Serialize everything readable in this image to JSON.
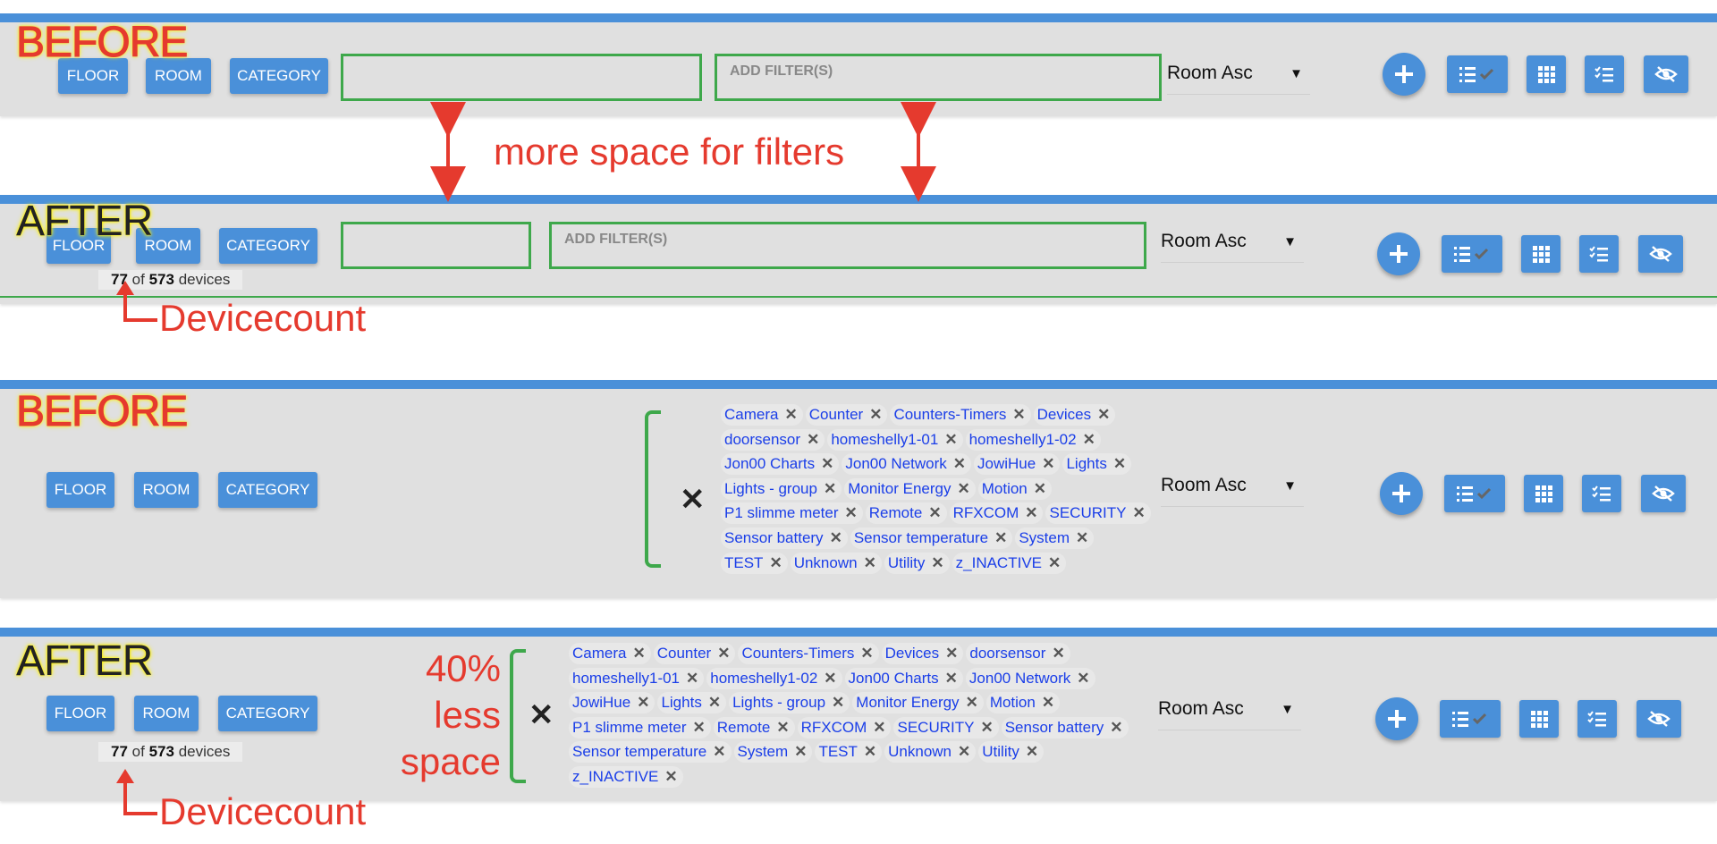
{
  "buttons": {
    "floor": "FLOOR",
    "room": "ROOM",
    "category": "CATEGORY"
  },
  "filter_placeholder": "ADD FILTER(S)",
  "sort": {
    "value": "Room Asc",
    "arrow": "▼"
  },
  "labels": {
    "before": "BEFORE",
    "after": "AFTER"
  },
  "annotations": {
    "more_space": "more space for filters",
    "devicecount": "Devicecount",
    "less_space_line1": "40%",
    "less_space_line2": "less",
    "less_space_line3": "space"
  },
  "device_count": {
    "shown": "77",
    "of": "of",
    "total": "573",
    "unit": "devices"
  },
  "clear_icon": "✕",
  "pill_remove": "✕",
  "filters_before": [
    [
      "Camera",
      "Counter",
      "Counters-Timers",
      "Devices"
    ],
    [
      "doorsensor",
      "homeshelly1-01",
      "homeshelly1-02"
    ],
    [
      "Jon00 Charts",
      "Jon00 Network",
      "JowiHue",
      "Lights"
    ],
    [
      "Lights - group",
      "Monitor Energy",
      "Motion"
    ],
    [
      "P1 slimme meter",
      "Remote",
      "RFXCOM",
      "SECURITY"
    ],
    [
      "Sensor battery",
      "Sensor temperature",
      "System"
    ],
    [
      "TEST",
      "Unknown",
      "Utility",
      "z_INACTIVE"
    ]
  ],
  "filters_after": [
    [
      "Camera",
      "Counter",
      "Counters-Timers",
      "Devices",
      "doorsensor"
    ],
    [
      "homeshelly1-01",
      "homeshelly1-02",
      "Jon00 Charts",
      "Jon00 Network"
    ],
    [
      "JowiHue",
      "Lights",
      "Lights - group",
      "Monitor Energy",
      "Motion"
    ],
    [
      "P1 slimme meter",
      "Remote",
      "RFXCOM",
      "SECURITY",
      "Sensor battery"
    ],
    [
      "Sensor temperature",
      "System",
      "TEST",
      "Unknown",
      "Utility"
    ],
    [
      "z_INACTIVE"
    ]
  ],
  "colors": {
    "accent": "#4a90d9",
    "annotation": "#e53a2e",
    "highlight_box": "#3ea84b",
    "pill_text": "#1a3ee8"
  },
  "icons": [
    "plus-icon",
    "list-check-icon",
    "grid-icon",
    "checklist-icon",
    "eye-off-icon",
    "remove-icon",
    "arrow-icon"
  ]
}
